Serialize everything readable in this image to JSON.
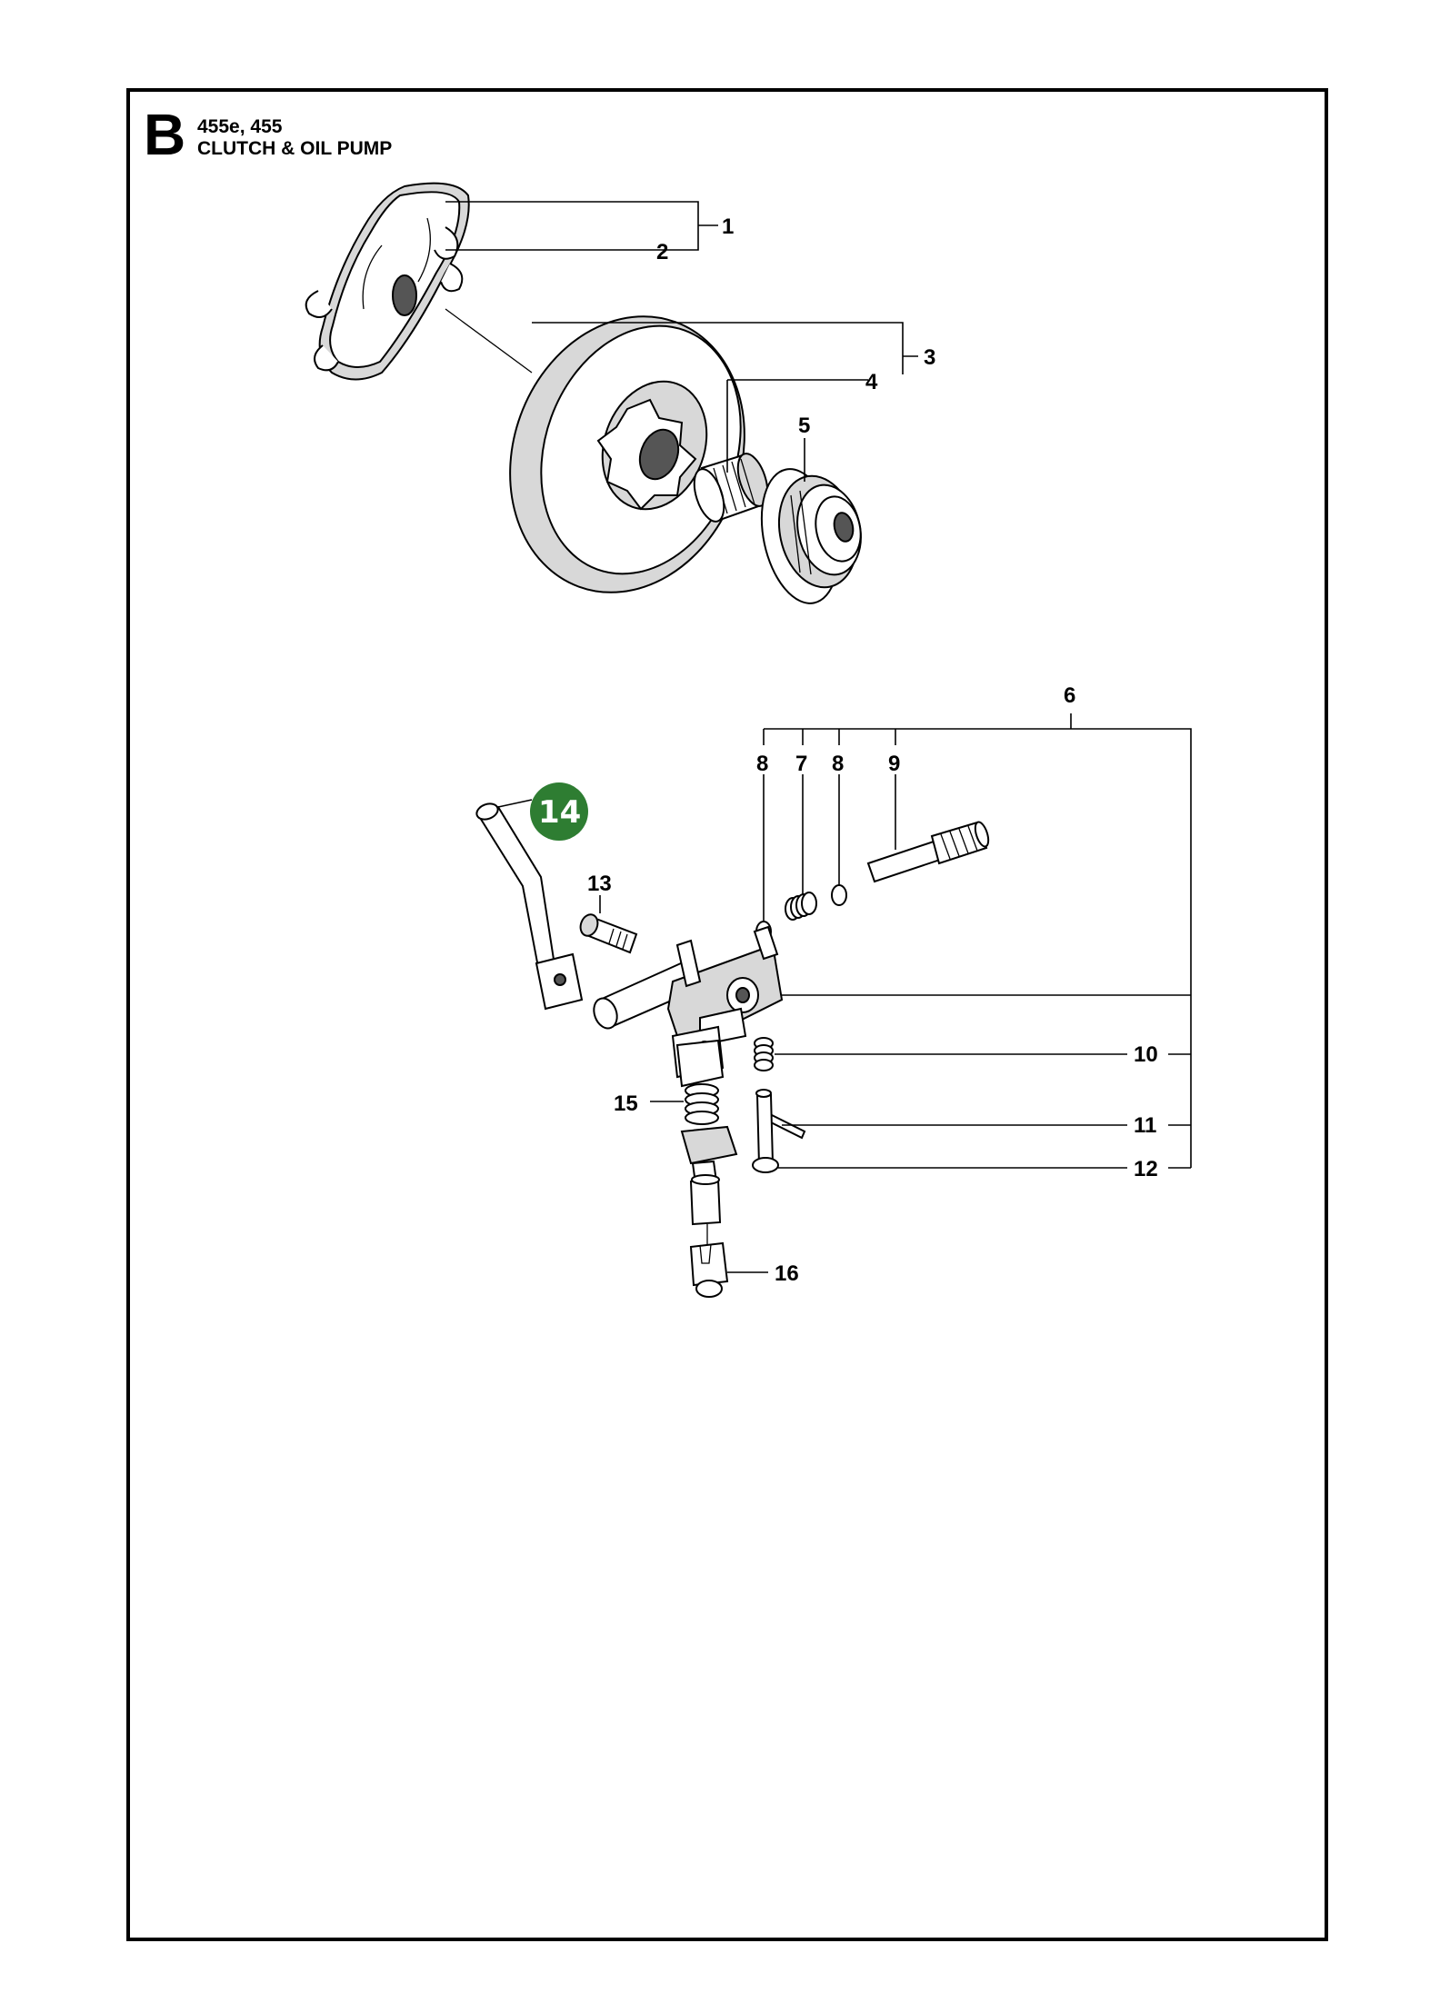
{
  "header": {
    "section_letter": "B",
    "models": "455e, 455",
    "title": "CLUTCH & OIL PUMP"
  },
  "callouts": {
    "c1": "1",
    "c2": "2",
    "c3": "3",
    "c4": "4",
    "c5": "5",
    "c6": "6",
    "c7": "7",
    "c8a": "8",
    "c8b": "8",
    "c9": "9",
    "c10": "10",
    "c11": "11",
    "c12": "12",
    "c13": "13",
    "c14": "14",
    "c15": "15",
    "c16": "16"
  },
  "highlight": {
    "label": "14",
    "color": "#2e7d32"
  }
}
